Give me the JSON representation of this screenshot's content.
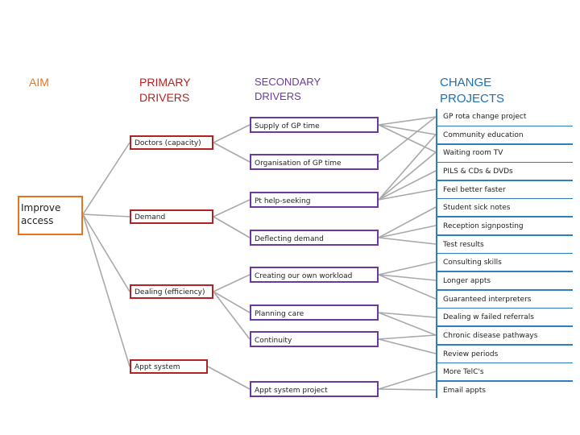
{
  "headers": {
    "aim": "AIM",
    "primary": "PRIMARY\nDRIVERS",
    "secondary": "SECONDARY\nDRIVERS",
    "projects": "CHANGE\nPROJECTS"
  },
  "aim": "Improve access",
  "primary_drivers": [
    "Doctors (capacity)",
    "Demand",
    "Dealing (efficiency)",
    "Appt system"
  ],
  "secondary_drivers": [
    "Supply of GP time",
    "Organisation of GP time",
    "Pt help-seeking",
    "Deflecting demand",
    "Creating our own workload",
    "Planning care",
    "Continuity",
    "Appt system project"
  ],
  "change_projects": [
    "GP rota change project",
    "Community education",
    "Waiting room TV",
    "PILS & CDs & DVDs",
    "Feel better faster",
    "Student sick notes",
    "Reception signposting",
    "Test results",
    "Consulting skills",
    "Longer appts",
    "Guaranteed interpreters",
    "Dealing w failed referrals",
    "Chronic disease pathways",
    "Review periods",
    "More TelC's",
    "Email appts"
  ],
  "colors": {
    "aim": "#e8731e",
    "primary": "#b22222",
    "secondary": "#6b3aa0",
    "projects": "#2f7dc2",
    "connector": "#a9a9a9"
  }
}
